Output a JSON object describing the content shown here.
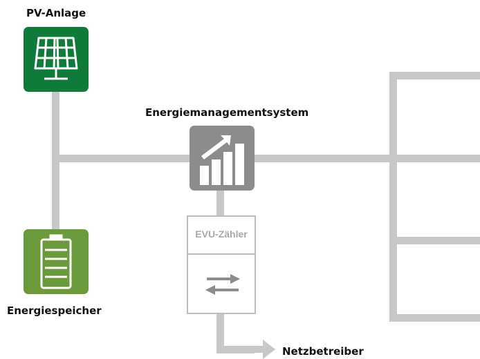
{
  "pv": {
    "label": "PV-Anlage",
    "icon": "solar-panel-icon",
    "color": "#0f7a3a"
  },
  "ems": {
    "label": "Energiemanagementsystem",
    "icon": "rising-bar-chart-icon",
    "color": "#8c8c8c"
  },
  "storage": {
    "label": "Energiespeicher",
    "icon": "battery-icon",
    "color": "#6a9a3c"
  },
  "meter": {
    "label": "EVU-Zähler",
    "icon": "bidirectional-arrows-icon"
  },
  "grid": {
    "label": "Netzbetreiber",
    "icon": "arrow-right-icon"
  },
  "colors": {
    "line": "#c8c8c8",
    "meter_border": "#bdbdbd",
    "meter_text": "#a9a9a9",
    "arrows": "#8c8c8c"
  }
}
